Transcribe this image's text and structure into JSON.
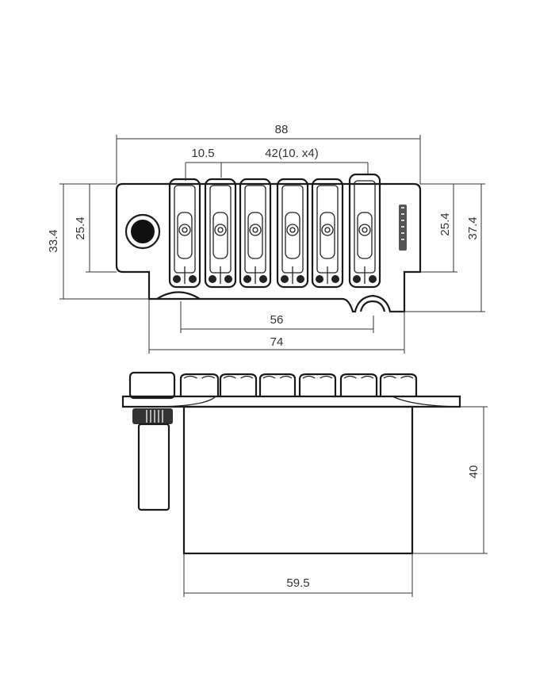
{
  "top_view": {
    "overall_width": "88",
    "first_spacing": "10.5",
    "string_spacing": "42(10. x4)",
    "left_outer_height": "33.4",
    "left_inner_height": "25.4",
    "right_inner_height": "25.4",
    "right_outer_height": "37.4",
    "stud_spacing": "56",
    "base_width": "74",
    "saddle_count": 6
  },
  "side_view": {
    "block_height": "40",
    "block_width": "59.5"
  }
}
